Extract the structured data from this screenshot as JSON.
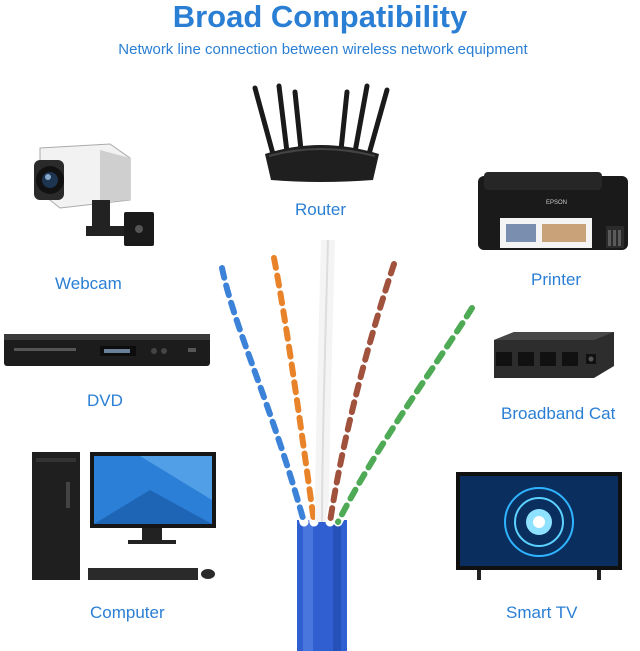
{
  "header": {
    "title": "Broad Compatibility",
    "subtitle": "Network line connection between wireless network equipment"
  },
  "devices": {
    "router": {
      "label": "Router",
      "icon": "router-icon"
    },
    "webcam": {
      "label": "Webcam",
      "icon": "security-camera-icon"
    },
    "printer": {
      "label": "Printer",
      "icon": "printer-icon",
      "brand": "EPSON"
    },
    "dvd": {
      "label": "DVD",
      "icon": "dvd-player-icon"
    },
    "broadband_cat": {
      "label": "Broadband Cat",
      "icon": "network-switch-icon"
    },
    "computer": {
      "label": "Computer",
      "icon": "desktop-computer-icon"
    },
    "smart_tv": {
      "label": "Smart TV",
      "icon": "smart-tv-icon"
    }
  },
  "cable": {
    "icon": "ethernet-cable-icon",
    "jacket_color": "#2f5fd0"
  },
  "colors": {
    "accent": "#2a7fd4"
  }
}
